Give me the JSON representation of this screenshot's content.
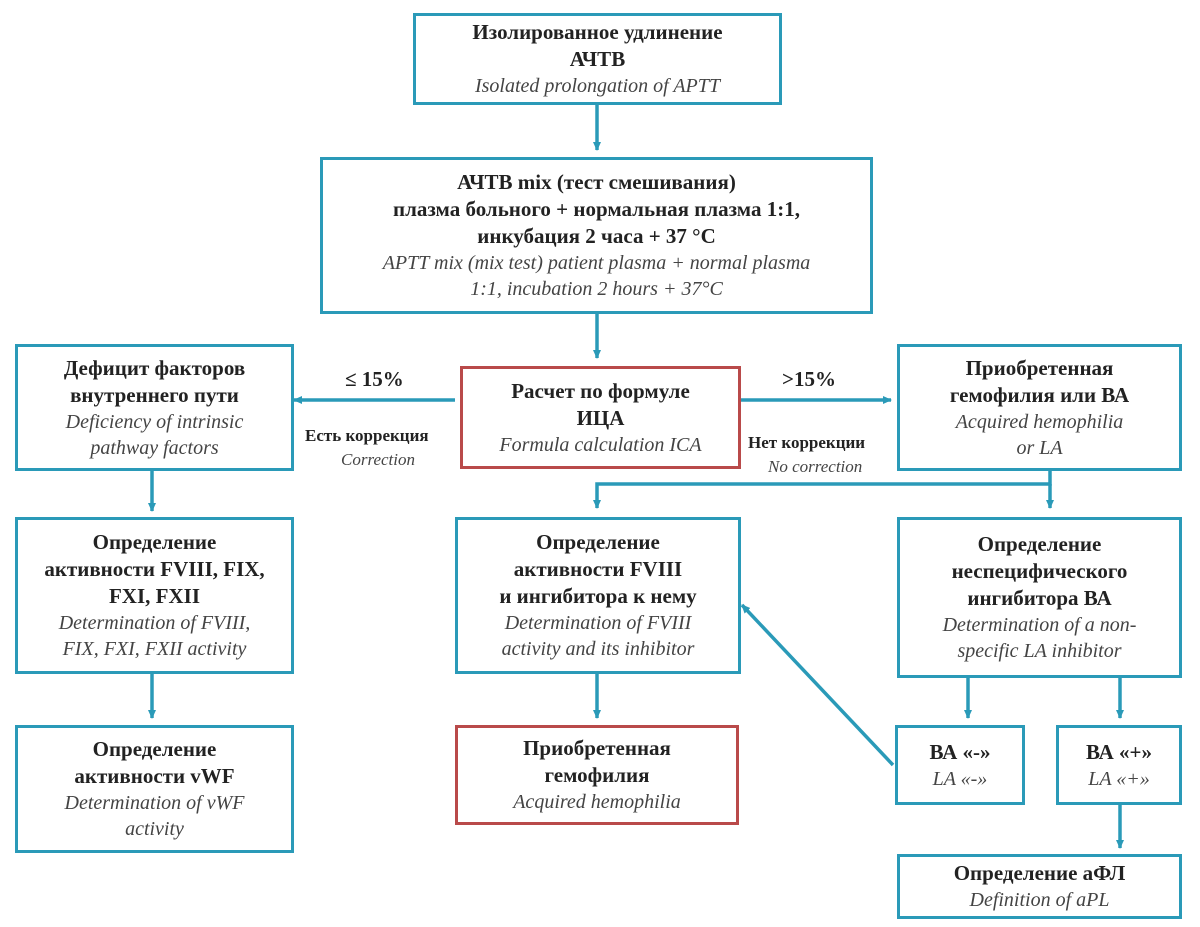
{
  "colors": {
    "accent": "#2a9ab8",
    "alert": "#b94a4a"
  },
  "boxes": {
    "isolated": {
      "ru1": "Изолированное удлинение",
      "ru2": "АЧТВ",
      "en": "Isolated prolongation of APTT"
    },
    "mix": {
      "ru1": "АЧТВ mix (тест смешивания)",
      "ru2": "плазма больного + нормальная плазма 1:1,",
      "ru3": "инкубация 2 часа + 37 °С",
      "en1": "APTT mix (mix test) patient plasma + normal plasma",
      "en2": "1:1, incubation 2 hours + 37°C"
    },
    "deficit": {
      "ru1": "Дефицит факторов",
      "ru2": "внутреннего пути",
      "en1": "Deficiency of intrinsic",
      "en2": "pathway factors"
    },
    "formula": {
      "ru1": "Расчет по формуле",
      "ru2": "ИЦА",
      "en": "Formula calculation ICA"
    },
    "acquired_or_la": {
      "ru1": "Приобретенная",
      "ru2": "гемофилия или ВА",
      "en1": "Acquired hemophilia",
      "en2": "or LA"
    },
    "factors": {
      "ru1": "Определение",
      "ru2": "активности FVIII, FIX,",
      "ru3": "FXI, FXII",
      "en1": "Determination of FVIII,",
      "en2": "FIX, FXI, FXII activity"
    },
    "fviii": {
      "ru1": "Определение",
      "ru2": "активности FVIII",
      "ru3": "и ингибитора к нему",
      "en1": "Determination of FVIII",
      "en2": "activity and its inhibitor"
    },
    "nonspecific": {
      "ru1": "Определение",
      "ru2": "неспецифического",
      "ru3": "ингибитора ВА",
      "en1": "Determination of a non-",
      "en2": "specific LA inhibitor"
    },
    "vwf": {
      "ru1": "Определение",
      "ru2": "активности vWF",
      "en1": "Determination of vWF",
      "en2": "activity"
    },
    "acquired_hemophilia": {
      "ru1": "Приобретенная",
      "ru2": "гемофилия",
      "en": "Acquired hemophilia"
    },
    "la_neg": {
      "ru": "ВА «-»",
      "en": "LA «-»"
    },
    "la_pos": {
      "ru": "ВА «+»",
      "en": "LA «+»"
    },
    "apl": {
      "ru": "Определение аФЛ",
      "en": "Definition of aPL"
    }
  },
  "labels": {
    "le15": "≤ 15%",
    "gt15": ">15%",
    "correction_ru": "Есть коррекция",
    "correction_en": "Correction",
    "nocorrection_ru": "Нет коррекции",
    "nocorrection_en": "No correction"
  }
}
